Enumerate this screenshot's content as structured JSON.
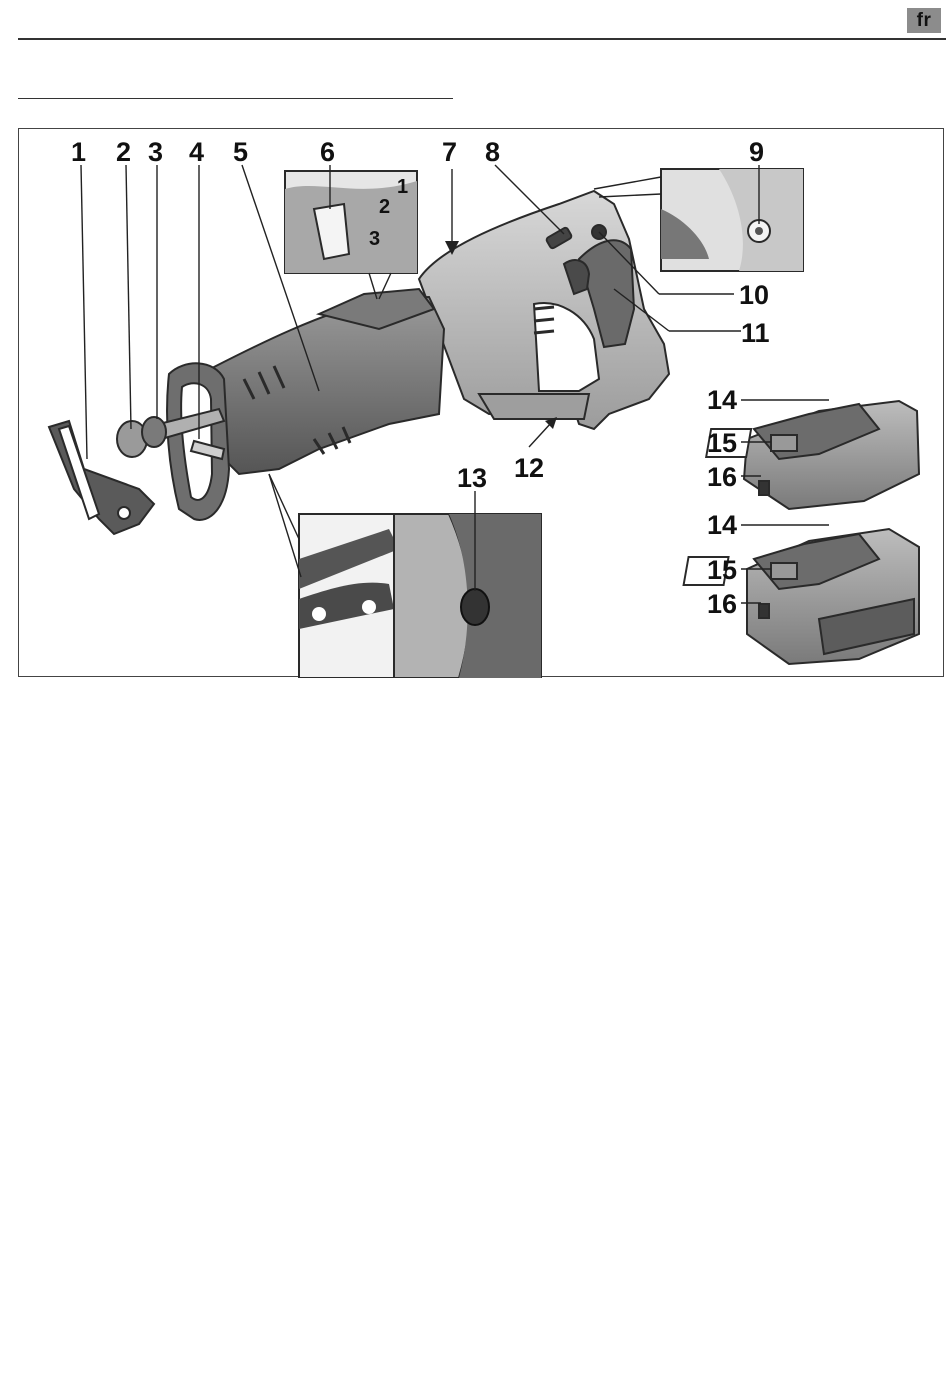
{
  "header": {
    "language_badge": "fr"
  },
  "figure": {
    "callouts": [
      {
        "id": "c1",
        "label": "1"
      },
      {
        "id": "c2",
        "label": "2"
      },
      {
        "id": "c3",
        "label": "3"
      },
      {
        "id": "c4",
        "label": "4"
      },
      {
        "id": "c5",
        "label": "5"
      },
      {
        "id": "c6",
        "label": "6"
      },
      {
        "id": "c7",
        "label": "7"
      },
      {
        "id": "c8",
        "label": "8"
      },
      {
        "id": "c9",
        "label": "9"
      },
      {
        "id": "c10",
        "label": "10"
      },
      {
        "id": "c11",
        "label": "11"
      },
      {
        "id": "c12",
        "label": "12"
      },
      {
        "id": "c13",
        "label": "13"
      },
      {
        "id": "c14a",
        "label": "14"
      },
      {
        "id": "c15a",
        "label": "15"
      },
      {
        "id": "c16a",
        "label": "16"
      },
      {
        "id": "c14b",
        "label": "14"
      },
      {
        "id": "c15b",
        "label": "15"
      },
      {
        "id": "c16b",
        "label": "16"
      }
    ],
    "dial_markings": [
      "3",
      "2",
      "1"
    ]
  },
  "colors": {
    "body_dark": "#5a5a5a",
    "body_mid": "#8a8a8a",
    "body_light": "#c4c4c4",
    "outline": "#2a2a2a",
    "badge_bg": "#8c8c8c"
  }
}
